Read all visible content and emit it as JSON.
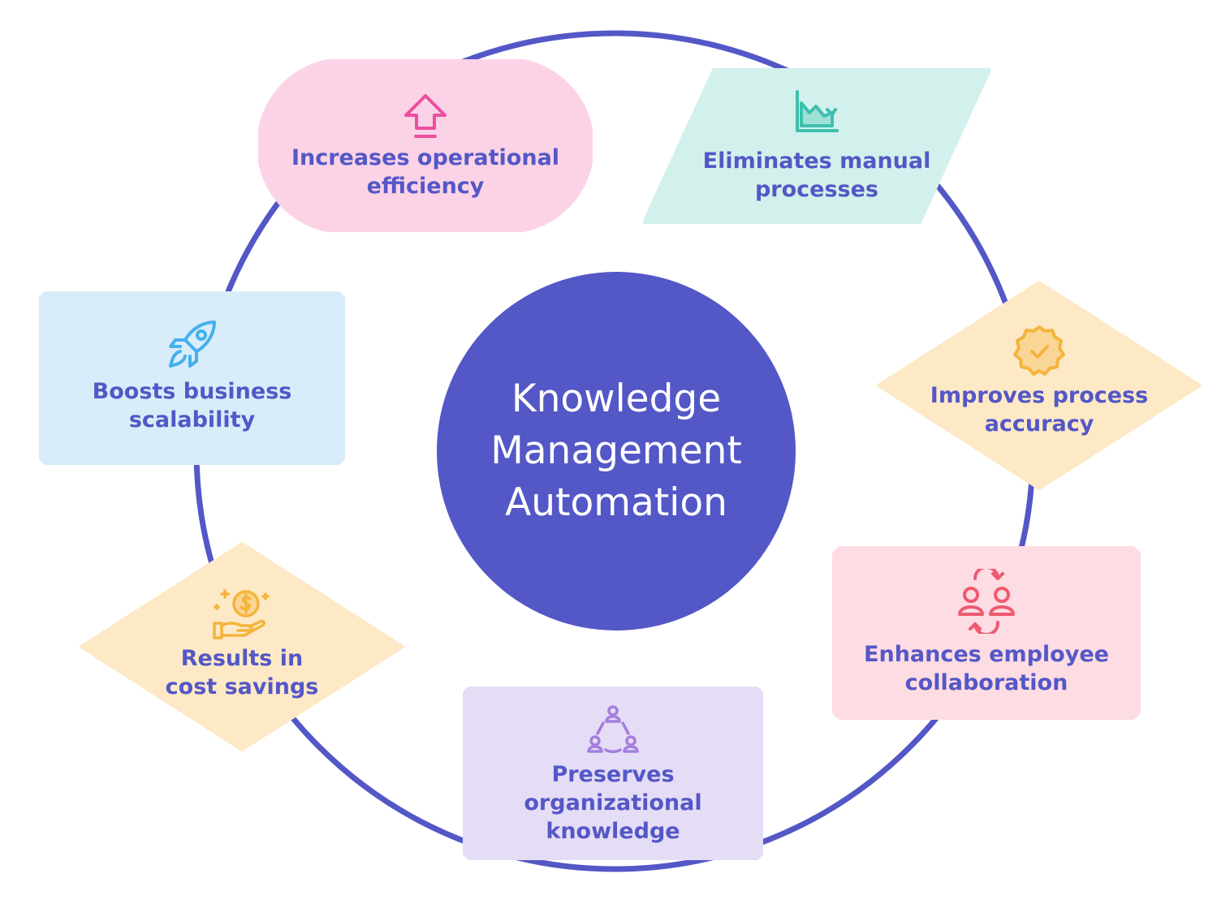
{
  "colors": {
    "ring": "#5457c6",
    "center_fill": "#5457c6",
    "center_text": "#ffffff",
    "label_text": "#5457c6"
  },
  "center": {
    "lines": [
      "Knowledge",
      "Management",
      "Automation"
    ]
  },
  "items": [
    {
      "id": "operational-efficiency",
      "lines": [
        "Increases operational",
        "efficiency"
      ],
      "icon": "upload-arrow-icon",
      "shape": "pill",
      "fill": "#fcd3e6",
      "icon_color": "#ec4fa0"
    },
    {
      "id": "manual-processes",
      "lines": [
        "Eliminates manual",
        "processes"
      ],
      "icon": "declining-chart-icon",
      "shape": "parallelogram",
      "fill": "#d3f1ec",
      "icon_color": "#3dc0ae"
    },
    {
      "id": "process-accuracy",
      "lines": [
        "Improves process",
        "accuracy"
      ],
      "icon": "verified-badge-icon",
      "shape": "diamond",
      "fill": "#fde9c6",
      "icon_color": "#f4b43c"
    },
    {
      "id": "employee-collaboration",
      "lines": [
        "Enhances employee",
        "collaboration"
      ],
      "icon": "people-exchange-icon",
      "shape": "rounded-rectangle",
      "fill": "#fddce3",
      "icon_color": "#ee5a6f"
    },
    {
      "id": "organizational-knowledge",
      "lines": [
        "Preserves",
        "organizational",
        "knowledge"
      ],
      "icon": "network-people-icon",
      "shape": "rounded-rectangle",
      "fill": "#e5dcf6",
      "icon_color": "#a57ee0"
    },
    {
      "id": "cost-savings",
      "lines": [
        "Results in",
        "cost savings"
      ],
      "icon": "coin-hand-icon",
      "shape": "diamond",
      "fill": "#fde9c6",
      "icon_color": "#f4b43c"
    },
    {
      "id": "business-scalability",
      "lines": [
        "Boosts business",
        "scalability"
      ],
      "icon": "rocket-icon",
      "shape": "rounded-rectangle",
      "fill": "#d8edf9",
      "icon_color": "#45b0ec"
    }
  ]
}
